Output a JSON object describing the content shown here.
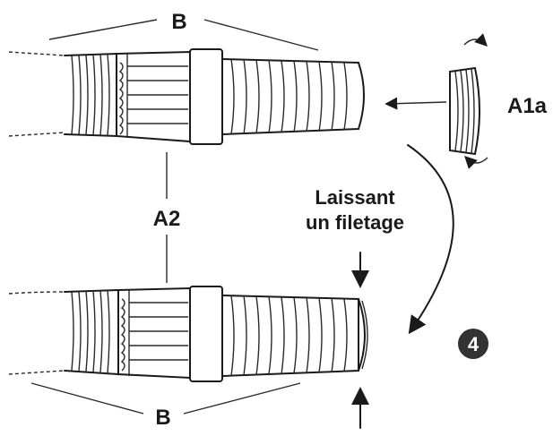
{
  "figure": {
    "labels": {
      "b_top": "B",
      "b_bottom": "B",
      "a2": "A2",
      "a1a": "A1a",
      "caption_line1": "Laissant",
      "caption_line2": "un filetage",
      "step_number": "4"
    },
    "colors": {
      "ink": "#1a1a1a",
      "background": "#ffffff",
      "badge": "#333333"
    }
  }
}
